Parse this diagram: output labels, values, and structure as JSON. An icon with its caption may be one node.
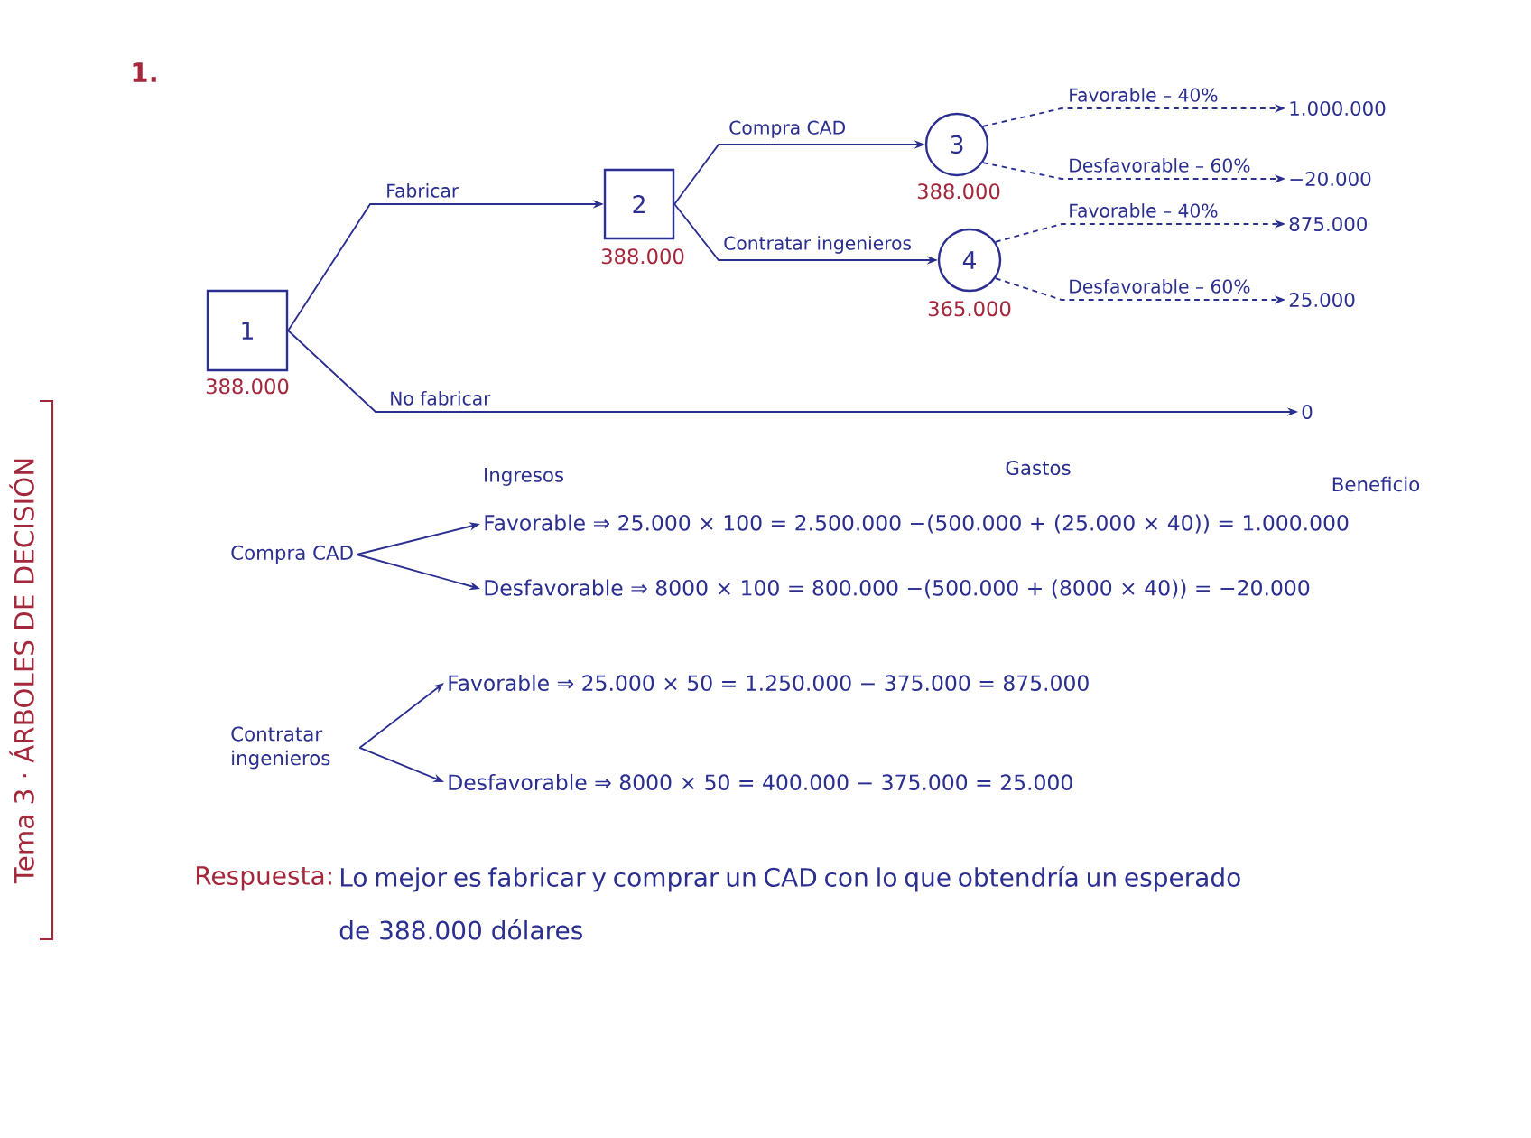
{
  "diagram": {
    "nodes": [
      {
        "text": [
          "1"
        ],
        "beside": [
          "388.000"
        ]
      },
      {
        "text": [
          "2"
        ],
        "beside": [
          "388.000"
        ]
      },
      {
        "text": [
          "3"
        ],
        "beside": [
          "388.000"
        ]
      },
      {
        "text": [
          "4"
        ],
        "beside": [
          "365.000"
        ]
      },
      {
        "text": [
          "0"
        ]
      },
      {
        "text": [
          "1.000.000"
        ]
      },
      {
        "text": [
          "−20.000"
        ]
      },
      {
        "text": [
          "875.000"
        ]
      },
      {
        "text": [
          "25.000"
        ]
      },
      {
        "text": [
          "Compra CAD"
        ]
      },
      {
        "text": [
          "Favorable ⇒ 25.000 × 100 = 2.500.000 −(500.000 + (25.000 × 40)) = 1.000.000"
        ]
      },
      {
        "text": [
          "Desfavorable ⇒ 8000 × 100 = 800.000 −(500.000 + (8000 × 40)) = −20.000"
        ]
      },
      {
        "text": [
          "Contratar ingenieros"
        ]
      },
      {
        "text": [
          "Favorable ⇒ 25.000 × 50 = 1.250.000 − 375.000 = 875.000"
        ]
      },
      {
        "text": [
          "Desfavorable ⇒ 8000 × 50 = 400.000 − 375.000 = 25.000"
        ]
      }
    ],
    "edges": [
      {
        "from": 0,
        "to": 1,
        "arrow": "to",
        "label": "Fabricar"
      },
      {
        "from": 0,
        "to": 4,
        "arrow": "to",
        "label": "No fabricar"
      },
      {
        "from": 1,
        "to": 2,
        "arrow": "to",
        "label": "Compra CAD"
      },
      {
        "from": 1,
        "to": 3,
        "arrow": "to",
        "label": "Contratar ingenieros"
      },
      {
        "from": 2,
        "to": 5,
        "arrow": "to",
        "label": "Favorable – 40%",
        "style": "dashed"
      },
      {
        "from": 2,
        "to": 6,
        "arrow": "to",
        "label": "Desfavorable – 60%",
        "style": "dashed"
      },
      {
        "from": 3,
        "to": 7,
        "arrow": "to",
        "label": "Favorable – 40%",
        "style": "dashed"
      },
      {
        "from": 3,
        "to": 8,
        "arrow": "to",
        "label": "Desfavorable – 60%",
        "style": "dashed"
      },
      {
        "from": 9,
        "to": 10,
        "arrow": "to"
      },
      {
        "from": 9,
        "to": 11,
        "arrow": "to"
      },
      {
        "from": 12,
        "to": 13,
        "arrow": "to"
      },
      {
        "from": 12,
        "to": 14,
        "arrow": "to"
      }
    ],
    "labels": [
      "1.",
      "Tema 3 · ÁRBOLES DE DECISIÓN",
      "Ingresos",
      "Gastos",
      "Beneficio",
      "Respuesta:",
      "Lo mejor es fabricar y comprar un CAD con lo que obtendría un esperado de 388.000 dólares"
    ]
  }
}
